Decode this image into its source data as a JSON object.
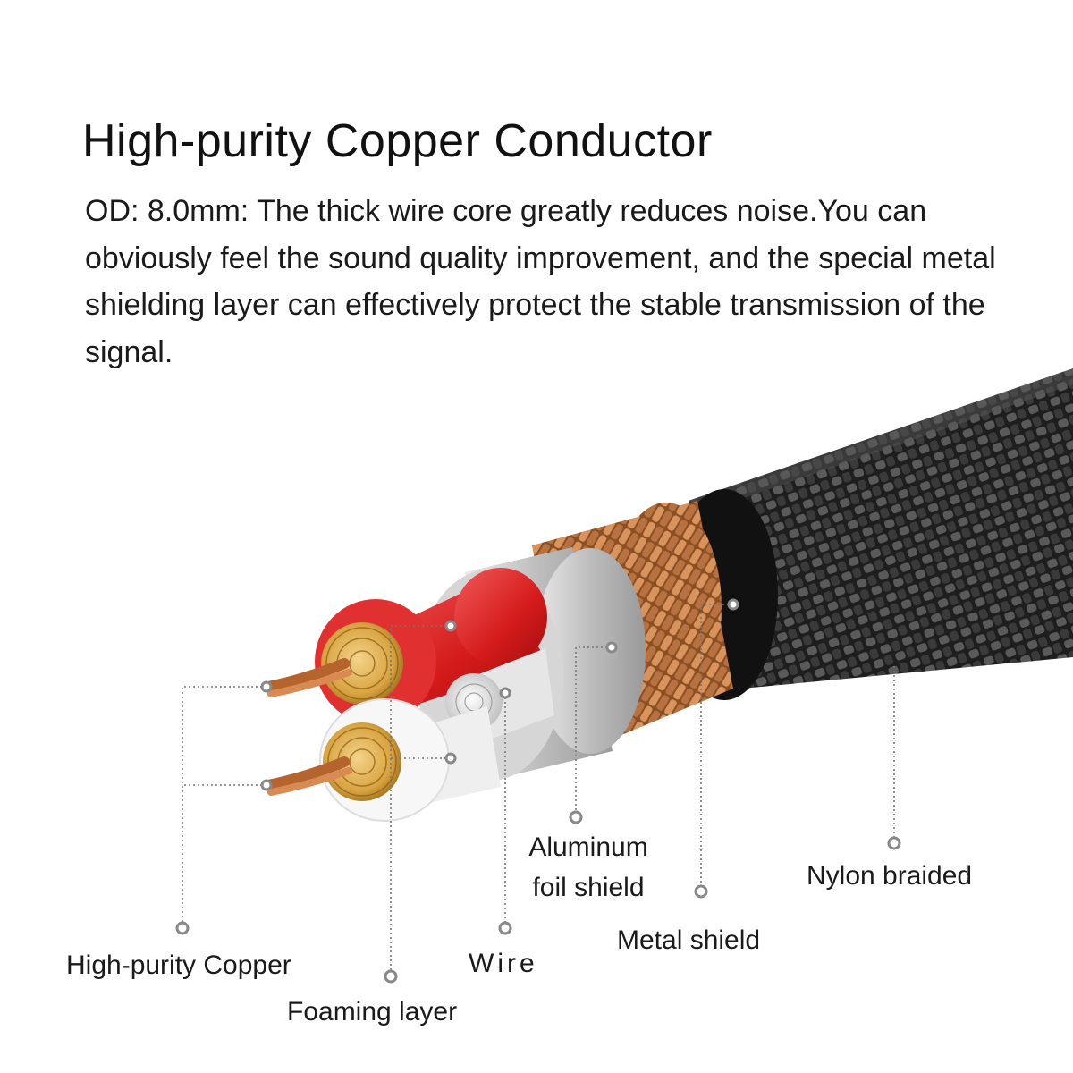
{
  "heading": "High-purity Copper Conductor",
  "description": "OD: 8.0mm: The thick wire core greatly reduces noise.You can obviously feel the sound quality improvement, and the special metal shielding layer can effectively protect the stable transmission of the signal.",
  "labels": {
    "copper": "High-purity Copper",
    "foaming": "Foaming layer",
    "wire": "Wire",
    "aluminum_line1": "Aluminum",
    "aluminum_line2": "foil shield",
    "metal": "Metal shield",
    "nylon": "Nylon braided"
  },
  "colors": {
    "braid_dark": "#2a2a2a",
    "copper": "#c8824a",
    "red_insulation": "#d82020",
    "white_insulation": "#eeeeee",
    "aluminum": "#cfcfcf",
    "conductor_gold": "#d9a441",
    "leader_line": "#777777"
  }
}
